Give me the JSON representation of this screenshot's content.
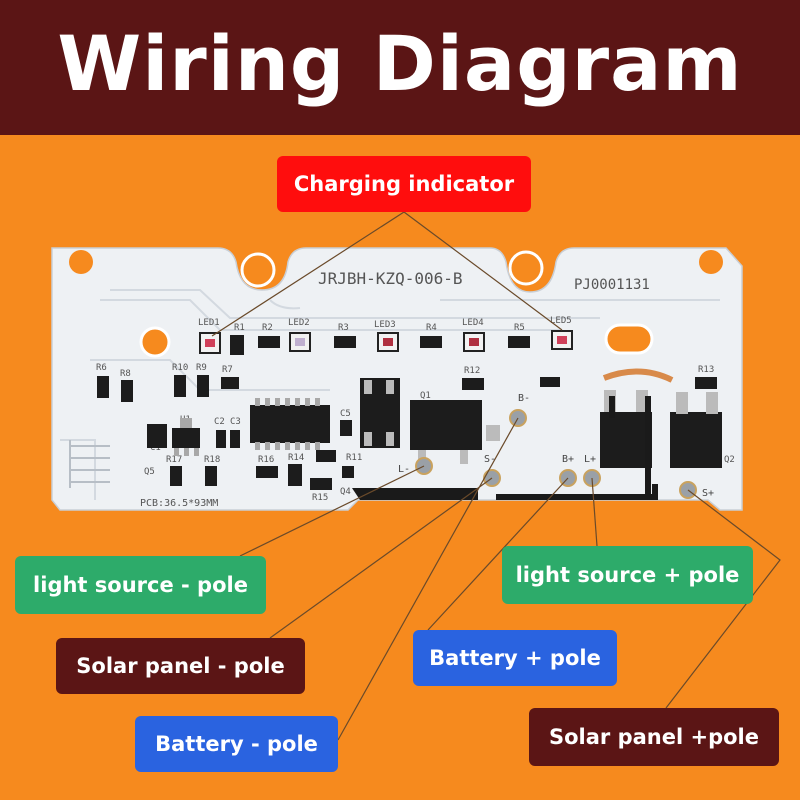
{
  "title": "Wiring Diagram",
  "colors": {
    "background": "#f68a1e",
    "header": "#5b1515",
    "red_label": "#ff0d0d",
    "green_label": "#2dab6a",
    "blue_label": "#2a63e0",
    "maroon_label": "#5b1515"
  },
  "labels": {
    "charging_indicator": "Charging indicator",
    "light_source_neg": "light source - pole",
    "light_source_pos": "light source + pole",
    "solar_panel_neg": "Solar panel - pole",
    "battery_pos": "Battery + pole",
    "battery_neg": "Battery - pole",
    "solar_panel_pos": "Solar panel  +pole"
  },
  "board": {
    "model": "JRJBH-KZQ-006-B",
    "serial": "PJ0001131",
    "pcb_size": "PCB:36.5*93MM",
    "led_labels": [
      "LED1",
      "LED2",
      "LED3",
      "LED4",
      "LED5"
    ],
    "resistor_labels": [
      "R1",
      "R2",
      "R3",
      "R4",
      "R5",
      "R6",
      "R8",
      "R10",
      "R9",
      "R7",
      "R12",
      "R13",
      "R17",
      "R18",
      "R16",
      "R14",
      "R11",
      "R15"
    ],
    "other_labels": [
      "U1",
      "C1",
      "C2",
      "C3",
      "C5",
      "Q1",
      "Q2",
      "Q4",
      "Q5"
    ],
    "pads": {
      "l_minus": "L-",
      "s_minus": "S-",
      "b_minus": "B-",
      "b_plus": "B+",
      "l_plus": "L+",
      "s_plus": "S+"
    }
  }
}
